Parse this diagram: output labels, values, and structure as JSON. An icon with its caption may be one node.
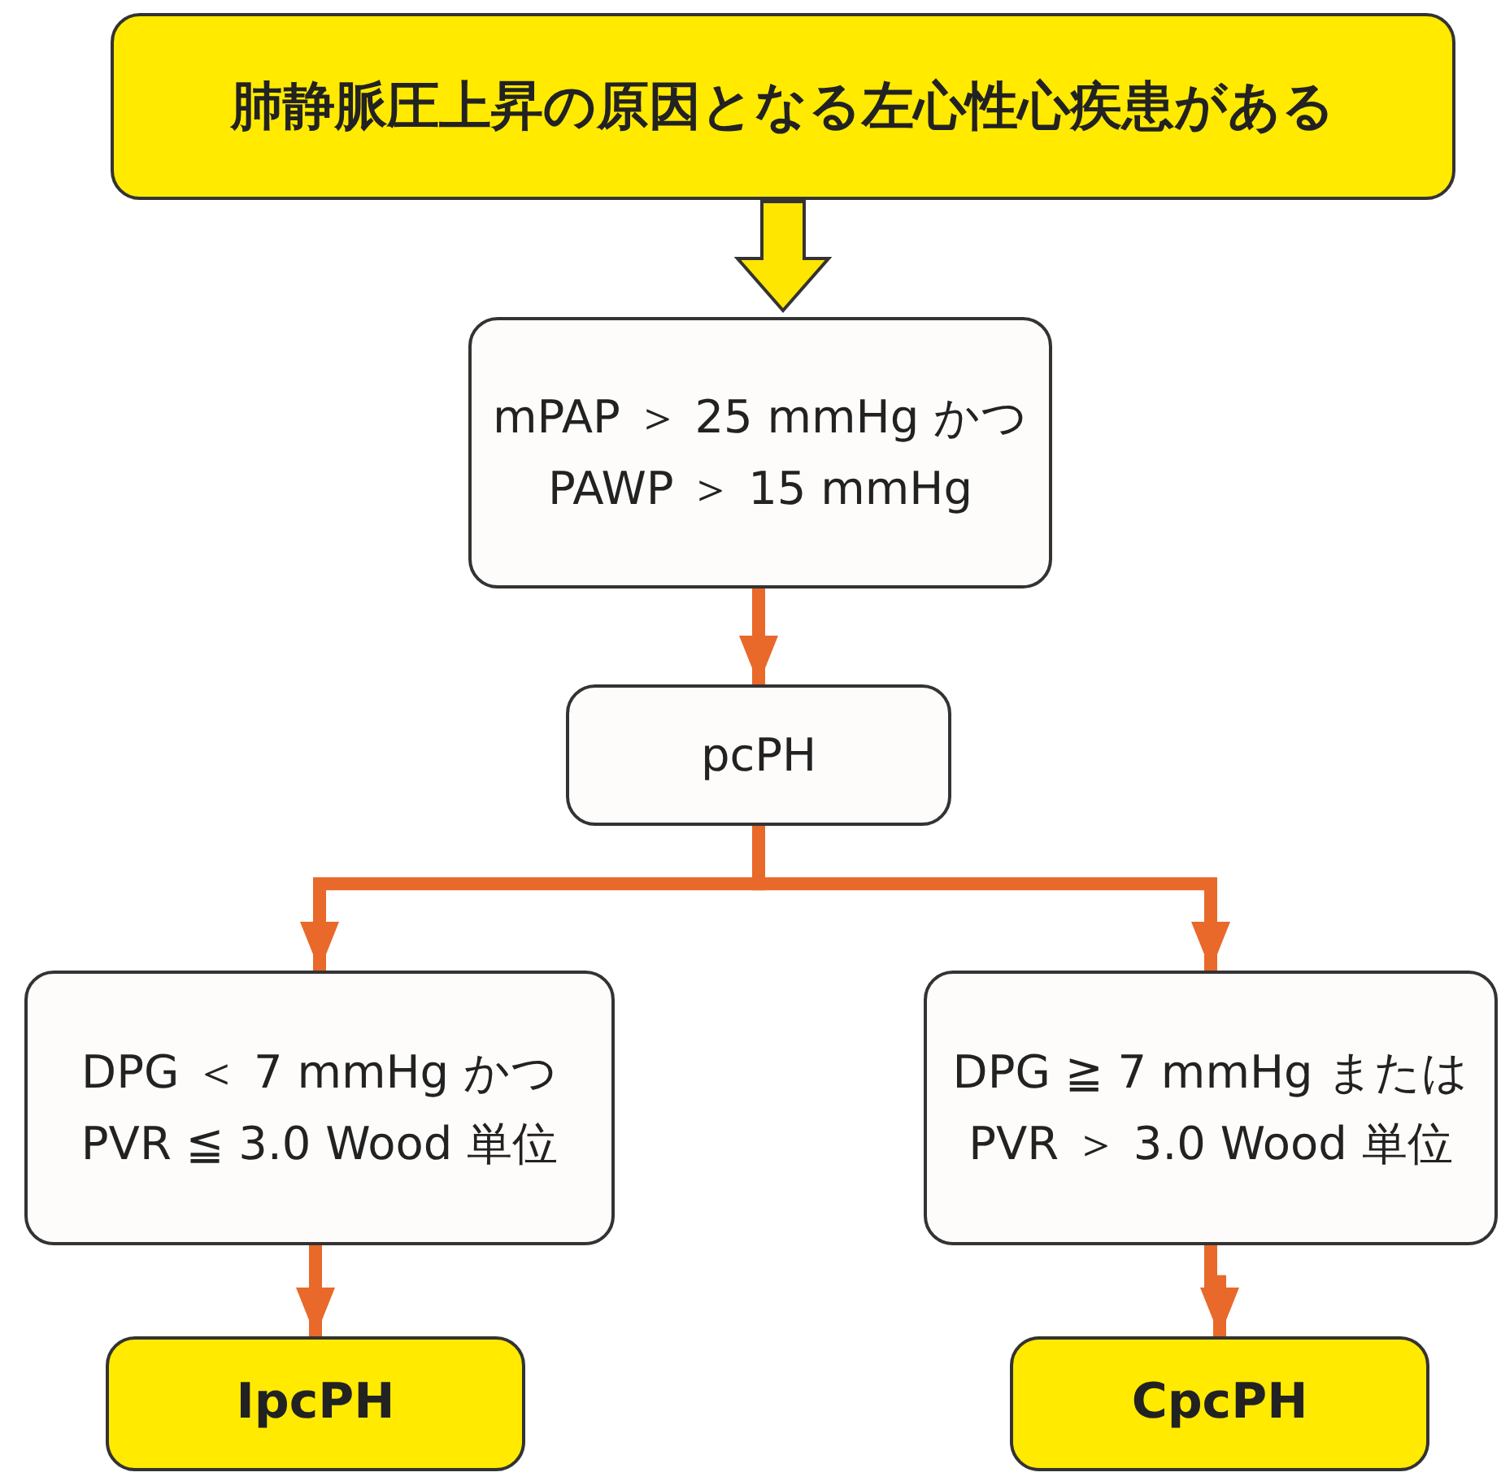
{
  "diagram": {
    "nodes": [
      {
        "text": [
          "肺静脈圧上昇の原因となる左心性心疾患がある"
        ]
      },
      {
        "text": [
          "mPAP ＞ 25 mmHg かつ PAWP ＞ 15 mmHg"
        ]
      },
      {
        "text": [
          "pcPH"
        ]
      },
      {
        "text": [
          "DPG ＜ 7 mmHg かつ PVR ≦ 3.0 Wood 単位"
        ]
      },
      {
        "text": [
          "DPG ≧ 7 mmHg または PVR ＞ 3.0 Wood 単位"
        ]
      },
      {
        "text": [
          "IpcPH"
        ]
      },
      {
        "text": [
          "CpcPH"
        ]
      }
    ],
    "edges": [
      {
        "from": 0,
        "to": 1,
        "arrow": "to",
        "style": "thick",
        "color": "#ffe600"
      },
      {
        "from": 1,
        "to": 2,
        "arrow": "to"
      },
      {
        "from": 2,
        "to": 3,
        "arrow": "to"
      },
      {
        "from": 2,
        "to": 4,
        "arrow": "to"
      },
      {
        "from": 3,
        "to": 5,
        "arrow": "to"
      },
      {
        "from": 4,
        "to": 6,
        "arrow": "to"
      }
    ]
  }
}
